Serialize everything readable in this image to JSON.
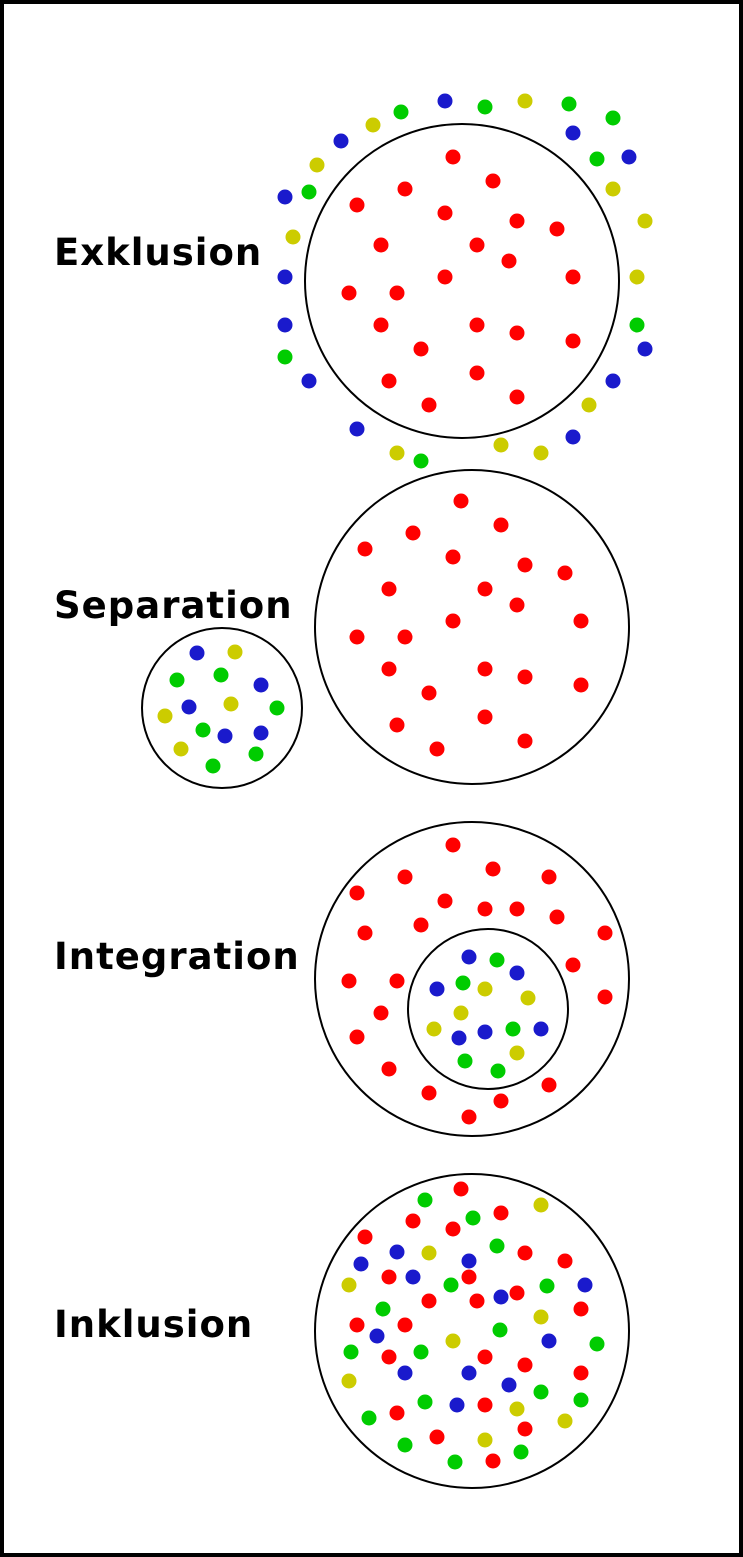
{
  "labels": {
    "exklusion": "Exklusion",
    "separation": "Separation",
    "integration": "Integration",
    "inklusion": "Inklusion"
  },
  "colors": {
    "red": "#ff0000",
    "green": "#00cc00",
    "blue": "#1a1acc",
    "yellow": "#cccc00",
    "circle_stroke": "#000000",
    "frame": "#000000"
  }
}
